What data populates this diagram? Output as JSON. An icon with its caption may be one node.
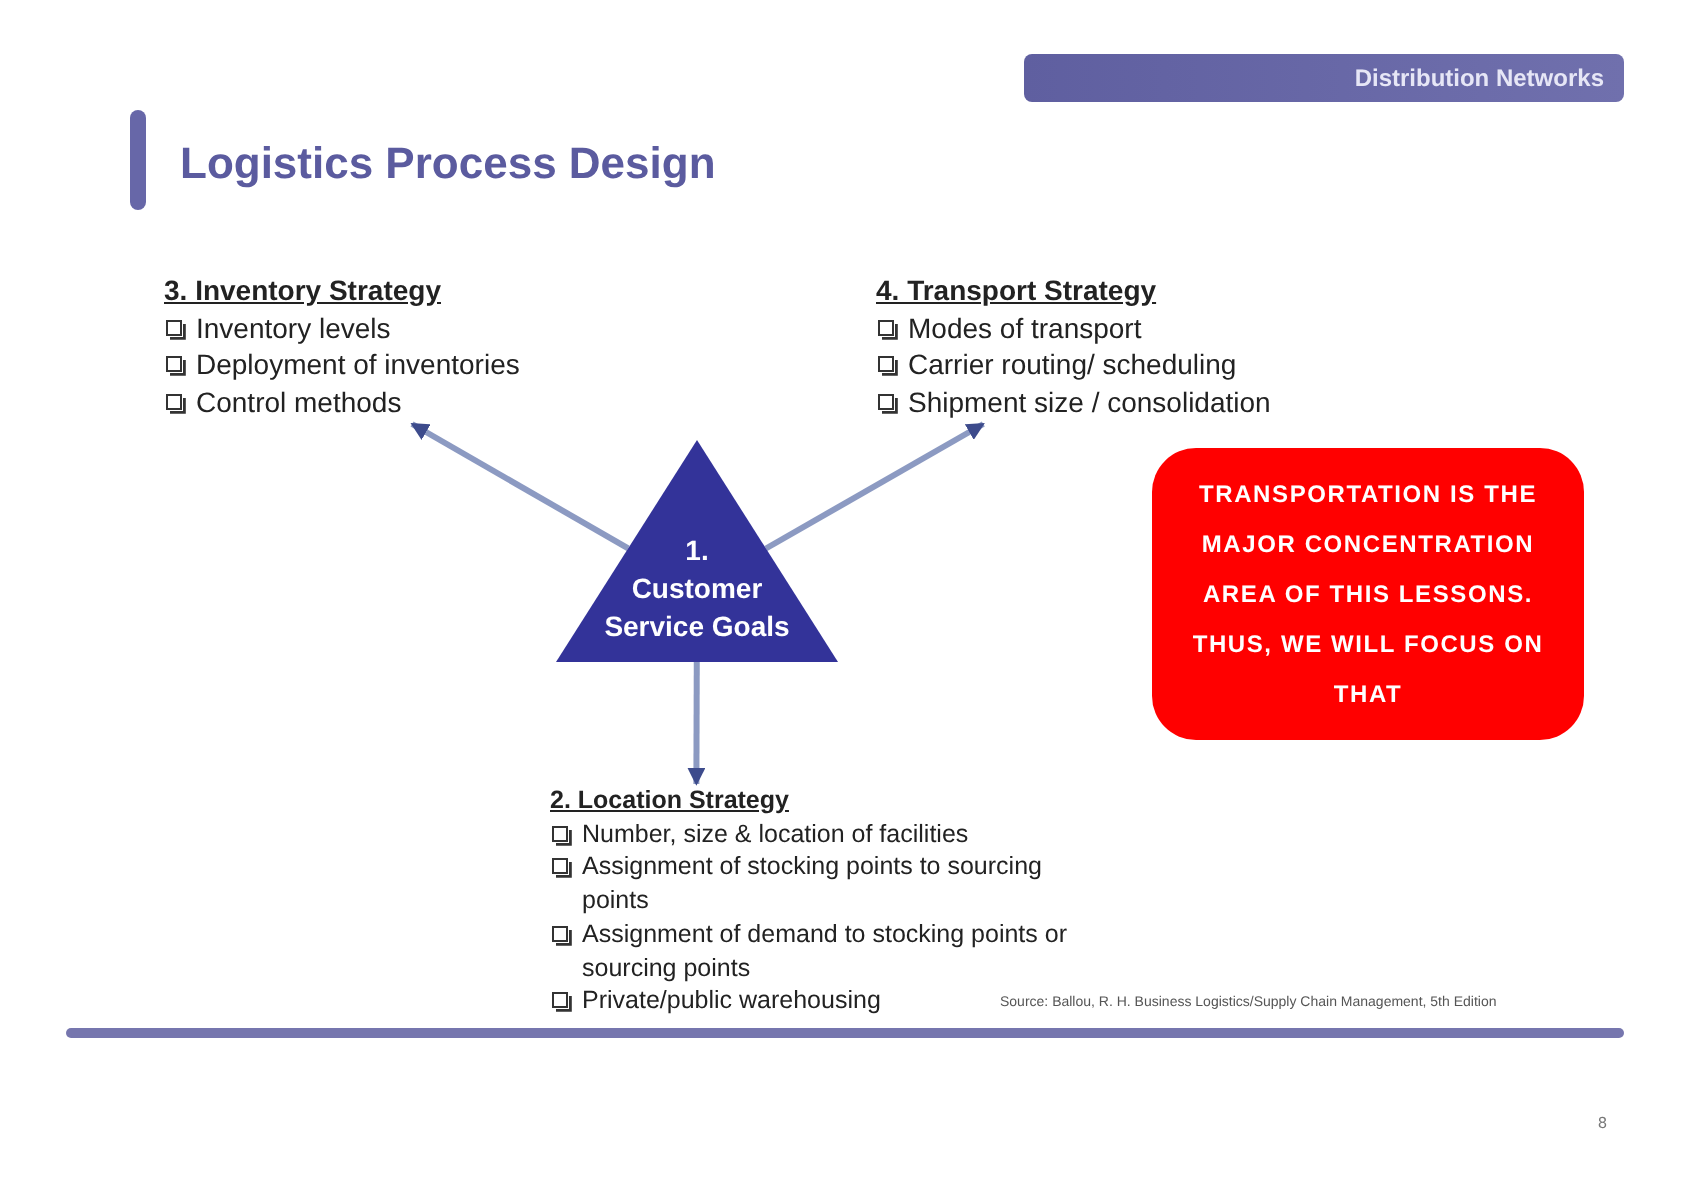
{
  "diagram": {
    "title": "Logistics Process Design",
    "nodes": [
      {
        "text": [
          "3. Inventory Strategy",
          "Inventory levels",
          "Deployment of inventories",
          "Control methods"
        ]
      },
      {
        "text": [
          "4. Transport Strategy",
          "Modes of transport",
          "Carrier routing/ scheduling",
          "Shipment size / consolidation"
        ]
      },
      {
        "text": [
          "1.",
          "Customer Service Goals"
        ]
      },
      {
        "text": [
          "TRANSPORTATION IS THE MAJOR CONCENTRATION AREA OF THIS LESSONS. THUS, WE WILL FOCUS ON THAT"
        ]
      },
      {
        "text": [
          "2. Location Strategy",
          "Number, size & location of facilities",
          "Assignment of stocking points to sourcing points",
          "Assignment of demand to stocking points or sourcing points",
          "Private/public warehousing"
        ]
      }
    ],
    "edges": [
      {
        "from": 2,
        "to": 0,
        "arrow": "to"
      },
      {
        "from": 2,
        "to": 1,
        "arrow": "to"
      },
      {
        "from": 2,
        "to": 4,
        "arrow": "to"
      }
    ],
    "labels": [
      "Distribution Networks",
      "Source: Ballou, R. H. Business Logistics/Supply Chain Management, 5th Edition",
      "8"
    ]
  }
}
